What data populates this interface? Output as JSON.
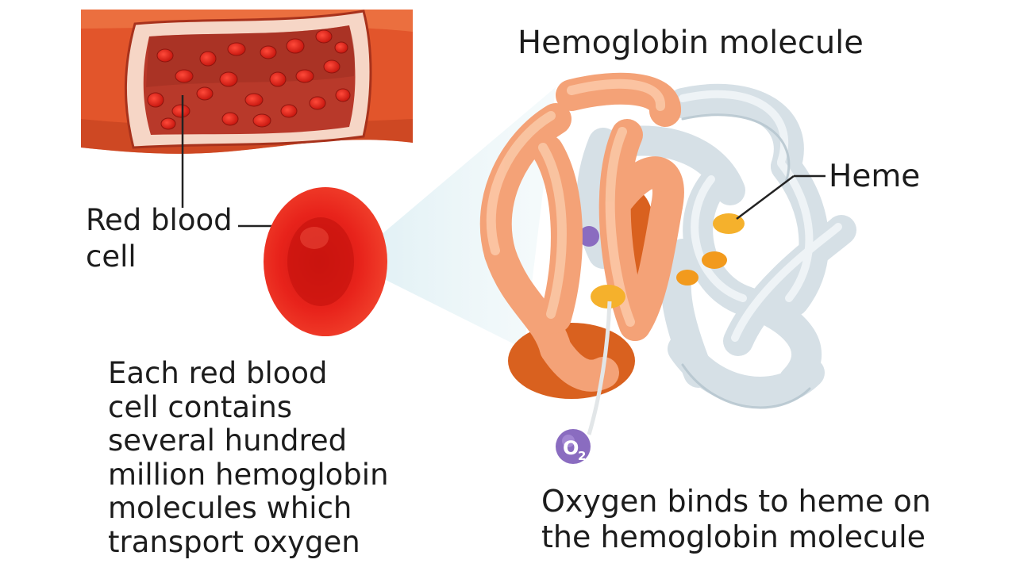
{
  "labels": {
    "molecule_title": "Hemoglobin molecule",
    "heme": "Heme",
    "red_blood_cell": "Red blood\ncell",
    "left_description": "Each red blood\ncell contains\nseveral hundred\nmillion hemoglobin\nmolecules which\ntransport oxygen",
    "right_description": "Oxygen binds to heme on\nthe hemoglobin molecule",
    "oxygen_symbol": "O",
    "oxygen_subscript": "2"
  },
  "colors": {
    "vessel_wall": "#e2552b",
    "vessel_lumen": "#b8392a",
    "red_cell": "#e8231b",
    "alpha_chain": "#f4a277",
    "beta_chain": "#d6e0e6",
    "dark_chain": "#d9611f",
    "heme": "#f5b12c",
    "oxygen": "#8a6cc0",
    "zoom_cone": "#dceef3"
  }
}
